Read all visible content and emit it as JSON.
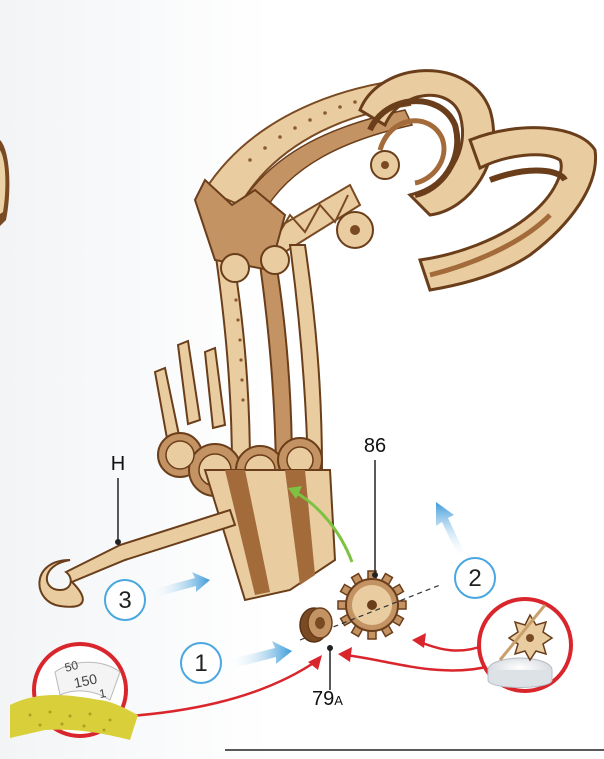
{
  "labels": {
    "hook_part": "H",
    "gear_part": "86",
    "washer_part": "79",
    "washer_sub": "A"
  },
  "steps": [
    "1",
    "2",
    "3"
  ],
  "sandpaper": {
    "grit_top": "50",
    "grit_main": "150",
    "grit_partial": "1"
  },
  "colors": {
    "wood_light": "#ecd3a6",
    "wood_dark": "#7a4a22",
    "step_blue": "#4aa7df",
    "arrow_red": "#d9262c",
    "arrow_green": "#7dc242",
    "sandpaper_yellow": "#d8cf3a"
  },
  "icons": [
    "sandpaper-icon",
    "wax-icon"
  ]
}
